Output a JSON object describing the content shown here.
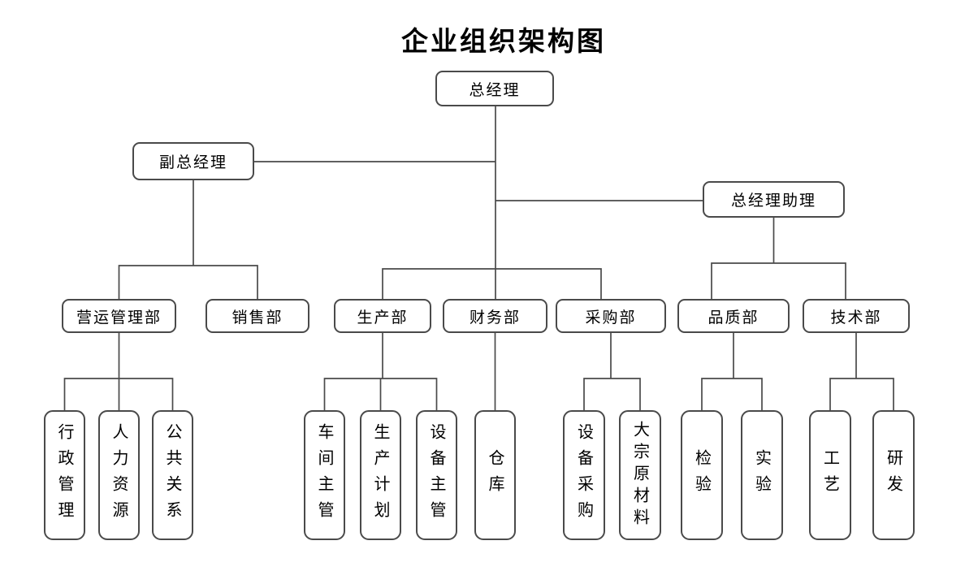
{
  "title": "企业组织架构图",
  "nodes": {
    "general_manager": "总经理",
    "deputy_general_manager": "副总经理",
    "gm_assistant": "总经理助理",
    "operations_dept": "营运管理部",
    "sales_dept": "销售部",
    "production_dept": "生产部",
    "finance_dept": "财务部",
    "purchasing_dept": "采购部",
    "quality_dept": "品质部",
    "technology_dept": "技术部",
    "admin_management": "行政管理",
    "human_resources": "人力资源",
    "public_relations": "公共关系",
    "workshop_supervisor": "车间主管",
    "production_planning": "生产计划",
    "equipment_supervisor": "设备主管",
    "warehouse": "仓库",
    "equipment_purchasing": "设备采购",
    "bulk_raw_materials": "大宗原材料",
    "inspection": "检验",
    "testing": "实验",
    "process_engineering": "工艺",
    "research_development": "研发"
  },
  "colors": {
    "background": "#ffffff",
    "line": "#4a4a4a",
    "box_border": "#4a4a4a",
    "text": "#000000"
  }
}
